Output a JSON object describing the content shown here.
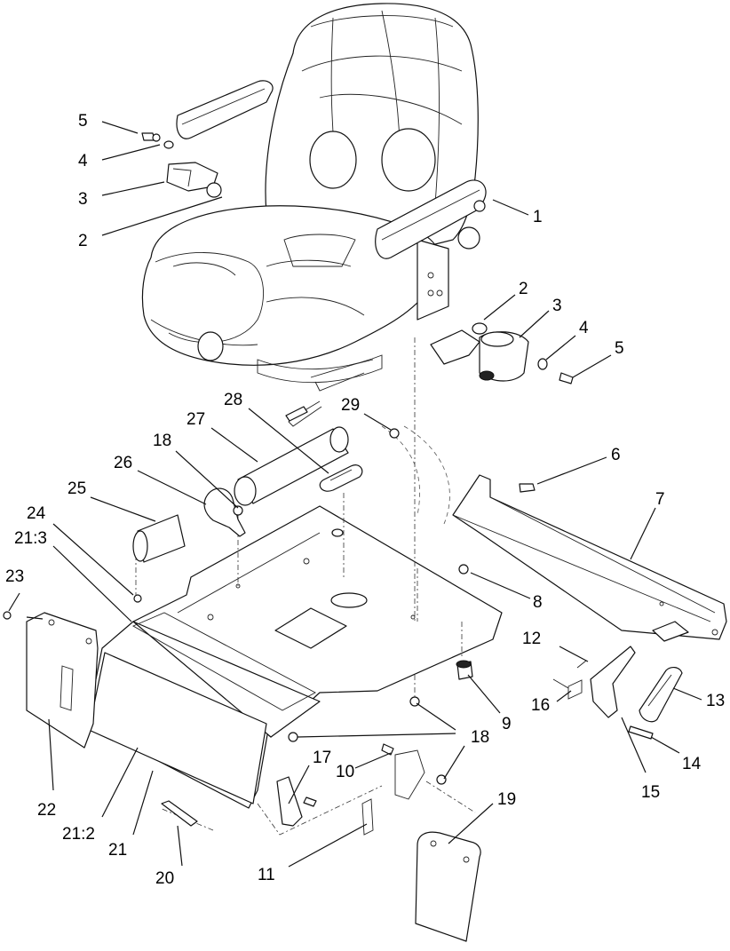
{
  "callouts": [
    {
      "id": "c1",
      "text": "1"
    },
    {
      "id": "c2a",
      "text": "2"
    },
    {
      "id": "c3a",
      "text": "3"
    },
    {
      "id": "c4a",
      "text": "4"
    },
    {
      "id": "c5a",
      "text": "5"
    },
    {
      "id": "c2b",
      "text": "2"
    },
    {
      "id": "c3b",
      "text": "3"
    },
    {
      "id": "c4b",
      "text": "4"
    },
    {
      "id": "c5b",
      "text": "5"
    },
    {
      "id": "c6",
      "text": "6"
    },
    {
      "id": "c7",
      "text": "7"
    },
    {
      "id": "c8",
      "text": "8"
    },
    {
      "id": "c9",
      "text": "9"
    },
    {
      "id": "c10",
      "text": "10"
    },
    {
      "id": "c11",
      "text": "11"
    },
    {
      "id": "c12",
      "text": "12"
    },
    {
      "id": "c13",
      "text": "13"
    },
    {
      "id": "c14",
      "text": "14"
    },
    {
      "id": "c15",
      "text": "15"
    },
    {
      "id": "c16",
      "text": "16"
    },
    {
      "id": "c17",
      "text": "17"
    },
    {
      "id": "c18a",
      "text": "18"
    },
    {
      "id": "c18b",
      "text": "18"
    },
    {
      "id": "c19",
      "text": "19"
    },
    {
      "id": "c20",
      "text": "20"
    },
    {
      "id": "c21",
      "text": "21"
    },
    {
      "id": "c21_2",
      "text": "21:2"
    },
    {
      "id": "c21_3",
      "text": "21:3"
    },
    {
      "id": "c22",
      "text": "22"
    },
    {
      "id": "c23",
      "text": "23"
    },
    {
      "id": "c24",
      "text": "24"
    },
    {
      "id": "c25",
      "text": "25"
    },
    {
      "id": "c26",
      "text": "26"
    },
    {
      "id": "c27",
      "text": "27"
    },
    {
      "id": "c28",
      "text": "28"
    },
    {
      "id": "c29",
      "text": "29"
    }
  ]
}
